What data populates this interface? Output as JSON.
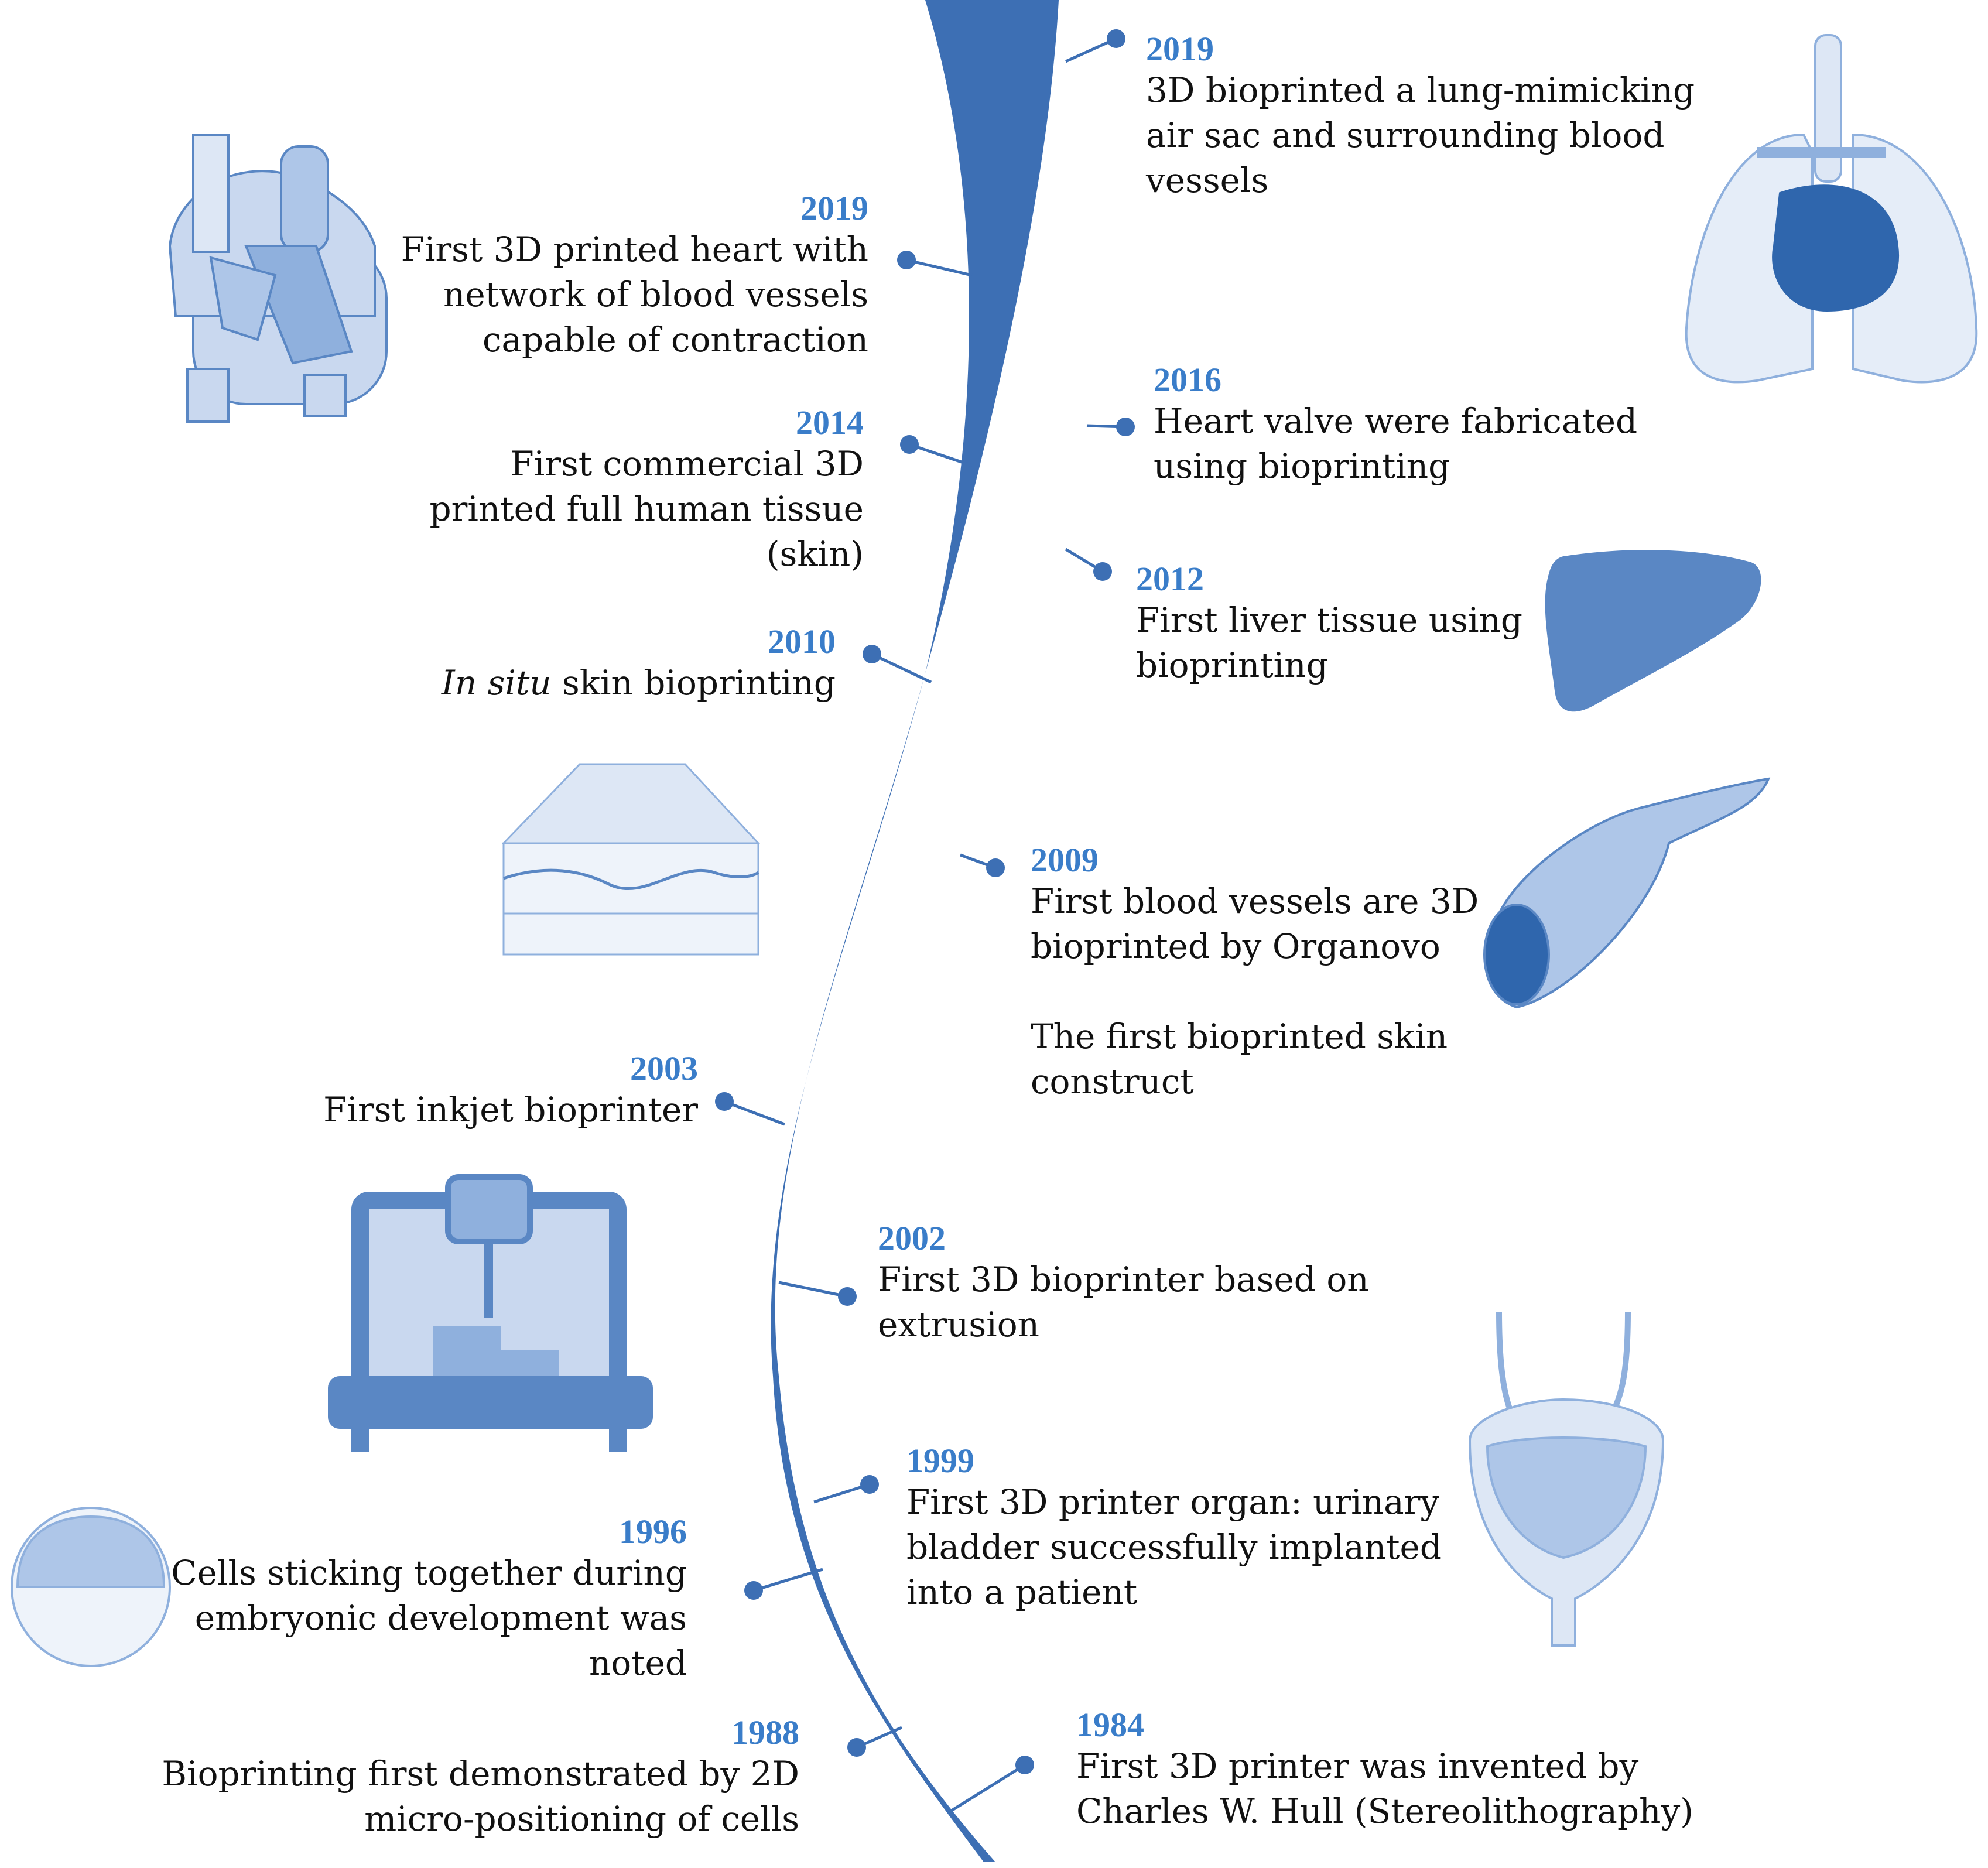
{
  "colors": {
    "ribbon": "#3d6fb4",
    "year": "#3a7dc9",
    "text": "#111111",
    "icon_light": "#c9d8ef",
    "icon_mid": "#8fb0dd",
    "icon_dark": "#5a87c4"
  },
  "events": [
    {
      "year": "2019",
      "lines": [
        "3D bioprinted a lung-mimicking",
        "air sac and surrounding blood",
        "vessels"
      ]
    },
    {
      "year": "2019",
      "lines": [
        "First 3D printed heart with",
        "network of blood vessels",
        "capable of contraction"
      ]
    },
    {
      "year": "2016",
      "lines": [
        "Heart valve were fabricated",
        "using bioprinting"
      ]
    },
    {
      "year": "2014",
      "lines": [
        "First commercial 3D",
        "printed full human tissue",
        "(skin)"
      ]
    },
    {
      "year": "2012",
      "lines": [
        "First liver tissue using",
        "bioprinting"
      ]
    },
    {
      "year": "2010",
      "italic": "In situ",
      "rest": " skin bioprinting"
    },
    {
      "year": "2009",
      "lines": [
        "First blood vessels are 3D",
        "bioprinted by Organovo",
        "",
        "The first bioprinted skin",
        "construct"
      ]
    },
    {
      "year": "2003",
      "lines": [
        "First inkjet bioprinter"
      ]
    },
    {
      "year": "2002",
      "lines": [
        "First 3D bioprinter based on",
        "extrusion"
      ]
    },
    {
      "year": "1999",
      "lines": [
        "First 3D printer organ: urinary",
        "bladder successfully implanted",
        "into a patient"
      ]
    },
    {
      "year": "1996",
      "lines": [
        "Cells sticking together during",
        "embryonic development was",
        "noted"
      ]
    },
    {
      "year": "1988",
      "lines": [
        "Bioprinting first demonstrated by 2D",
        "micro-positioning of cells"
      ]
    },
    {
      "year": "1984",
      "lines": [
        "First 3D printer was invented  by",
        "Charles W. Hull (Stereolithography)"
      ]
    }
  ],
  "icons": [
    "lungs-icon",
    "heart-icon",
    "liver-icon",
    "skin-tissue-icon",
    "blood-vessel-icon",
    "bioprinter-icon",
    "embryo-cells-icon",
    "bladder-icon"
  ]
}
